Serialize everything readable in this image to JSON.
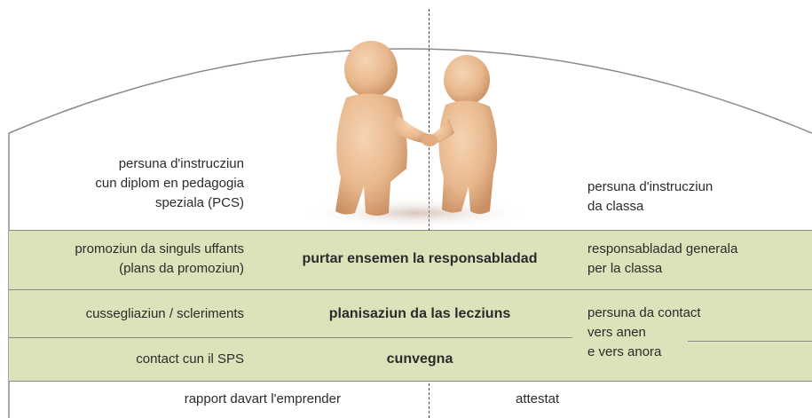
{
  "left": {
    "teacher_pcs": [
      "persuna d'instrucziun",
      "cun diplom en pedagogia",
      "speziala (PCS)"
    ],
    "row1": [
      "promoziun da singuls uffants",
      "(plans da promoziun)"
    ],
    "row2": "cussegliaziun / scleriments",
    "row3": "contact cun il SPS",
    "footer": "rapport davart l'emprender"
  },
  "center": {
    "row1": "purtar ensemen la responsabladad",
    "row2": "planisaziun da las lecziuns",
    "row3": "cunvegna"
  },
  "right": {
    "teacher_class": [
      "persuna d'instrucziun",
      "da classa"
    ],
    "row1": [
      "responsabladad generala",
      "per la classa"
    ],
    "row23": [
      "persuna da contact",
      "vers anen",
      "e vers anora"
    ],
    "footer": "attestat"
  },
  "colors": {
    "band": "#dbe3ba",
    "line": "#8a8a8a",
    "figure": "#e8b890"
  }
}
